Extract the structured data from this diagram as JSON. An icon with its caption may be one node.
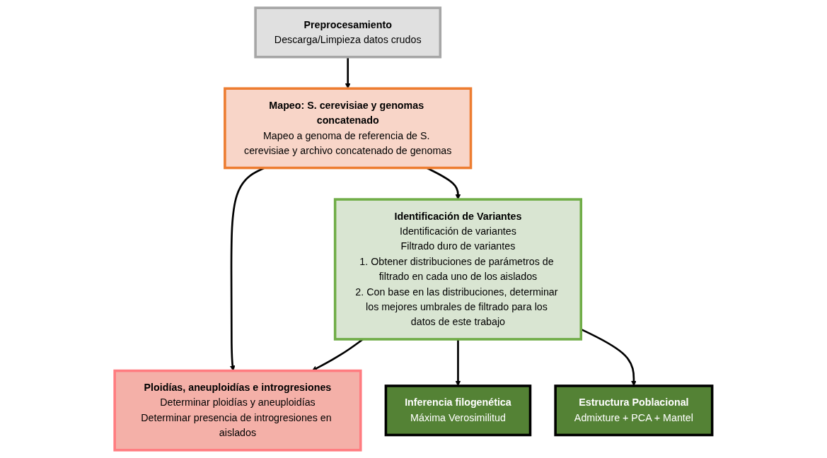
{
  "diagram": {
    "nodes": [
      {
        "text": [
          "Preprocesamiento",
          "Descarga/Limpieza datos crudos"
        ]
      },
      {
        "text": [
          "Mapeo: S. cerevisiae y genomas concatenado",
          "Mapeo a genoma de referencia de S. cerevisiae y archivo concatenado de genomas"
        ]
      },
      {
        "text": [
          "Identificación de Variantes",
          "Identificación de variantes",
          "Filtrado duro de variantes",
          "1. Obtener distribuciones de parámetros de filtrado en cada uno de los aislados",
          "2. Con base en las distribuciones, determinar los mejores umbrales de filtrado para los datos de este trabajo"
        ]
      },
      {
        "text": [
          "Ploidías, aneuploidías e introgresiones",
          "Determinar ploidías y aneuploidías",
          "Determinar presencia de introgresiones en aislados"
        ]
      },
      {
        "text": [
          "Inferencia filogenética",
          "Máxima Verosimilitud"
        ]
      },
      {
        "text": [
          "Estructura Poblacional",
          "Admixture + PCA + Mantel"
        ]
      }
    ],
    "edges": [
      {
        "from": 0,
        "to": 1,
        "arrow": "to"
      },
      {
        "from": 1,
        "to": 2,
        "arrow": "to"
      },
      {
        "from": 1,
        "to": 3,
        "arrow": "to"
      },
      {
        "from": 2,
        "to": 3,
        "arrow": "to"
      },
      {
        "from": 2,
        "to": 4,
        "arrow": "to"
      },
      {
        "from": 2,
        "to": 5,
        "arrow": "to"
      }
    ]
  }
}
